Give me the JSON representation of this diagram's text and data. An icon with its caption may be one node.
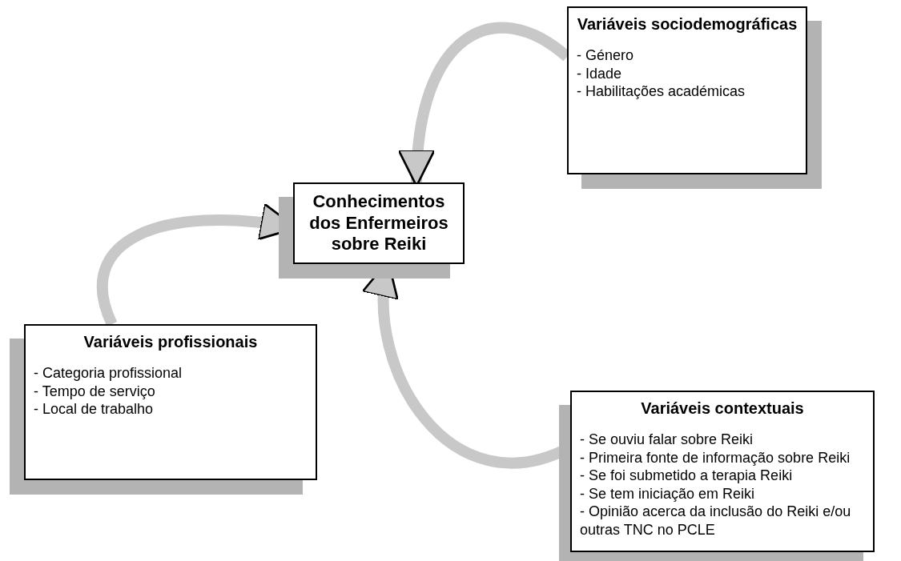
{
  "diagram": {
    "nodes": [
      {
        "text": [
          "Conhecimentos dos Enfermeiros sobre Reiki"
        ]
      },
      {
        "text": [
          "Variáveis sociodemográficas",
          "- Género",
          "- Idade",
          "- Habilitações académicas"
        ]
      },
      {
        "text": [
          "Variáveis profissionais",
          "- Categoria profissional",
          "- Tempo de serviço",
          "- Local de trabalho"
        ]
      },
      {
        "text": [
          "Variáveis contextuais",
          "- Se ouviu falar sobre Reiki",
          "- Primeira fonte de informação sobre Reiki",
          "- Se foi submetido a terapia Reiki",
          "- Se tem iniciação em Reiki",
          "- Opinião acerca da inclusão do Reiki e/ou outras TNC no PCLE"
        ]
      }
    ],
    "edges": [
      {
        "from": 1,
        "to": 0,
        "arrow": "to"
      },
      {
        "from": 2,
        "to": 0,
        "arrow": "to"
      },
      {
        "from": 3,
        "to": 0,
        "arrow": "to"
      }
    ]
  }
}
